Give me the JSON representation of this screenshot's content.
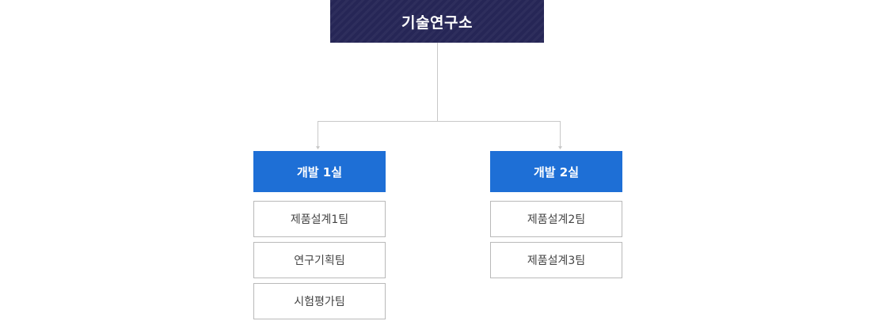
{
  "org": {
    "top": {
      "label": "기술연구소"
    },
    "departments": [
      {
        "label": "개발 1실",
        "teams": [
          "제품설계1팀",
          "연구기획팀",
          "시험평가팀"
        ]
      },
      {
        "label": "개발 2실",
        "teams": [
          "제품설계2팀",
          "제품설계3팀"
        ]
      }
    ]
  },
  "colors": {
    "top_box": "#262656",
    "dept_box": "#1e6fd6",
    "team_border": "#b9b9b9",
    "connector": "#c8c8c8"
  }
}
